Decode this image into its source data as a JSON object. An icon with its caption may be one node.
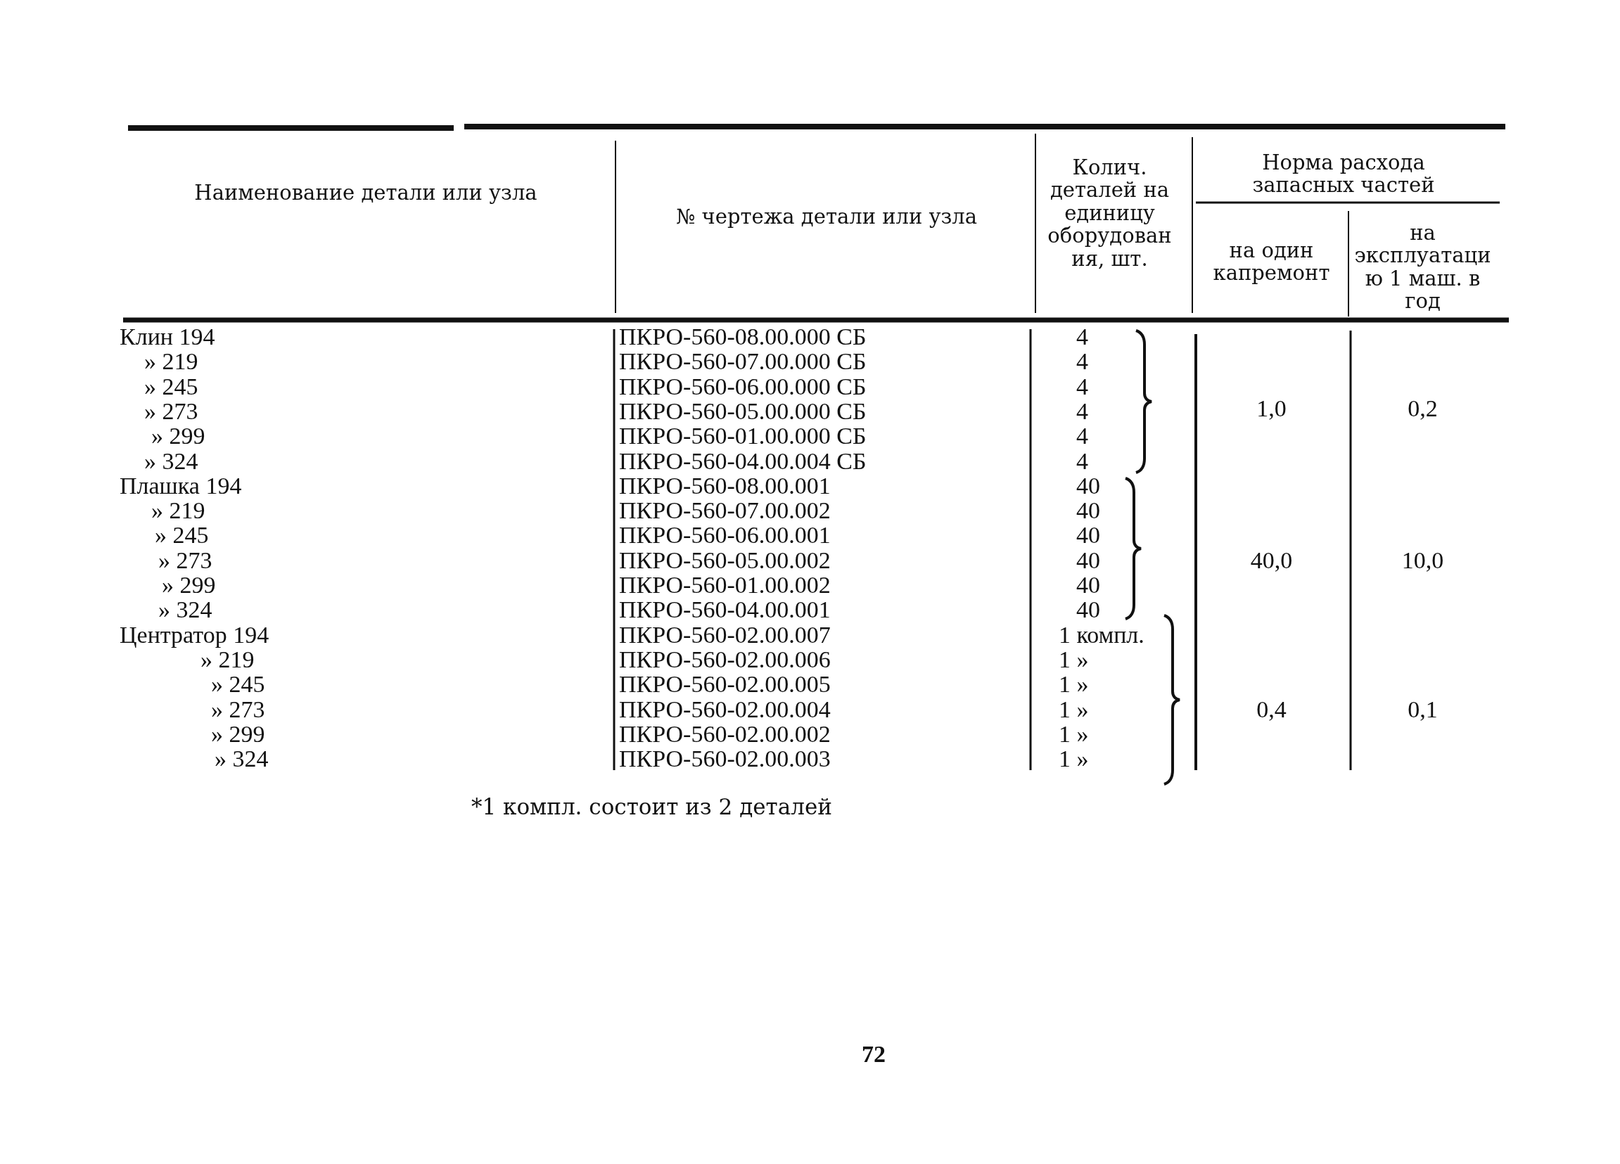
{
  "diagram": {
    "labels": [
      "Наименование детали или узла",
      "№ чертежа детали или узла",
      "Колич. деталей на единицу оборудования, шт.",
      "Норма расхода запасных частей",
      "на один капремонт",
      "на эксплуатацию 1 маш. в год",
      "Клин 194",
      "ПКРО-560-08.00.000 СБ",
      "4",
      "» 219",
      "ПКРО-560-07.00.000 СБ",
      "4",
      "» 245",
      "ПКРО-560-06.00.000 СБ",
      "4",
      "» 273",
      "ПКРО-560-05.00.000 СБ",
      "4",
      "1,0",
      "0,2",
      "» 299",
      "ПКРО-560-01.00.000 СБ",
      "4",
      "» 324",
      "ПКРО-560-04.00.004 СБ",
      "4",
      "Плашка 194",
      "ПКРО-560-08.00.001",
      "40",
      "» 219",
      "ПКРО-560-07.00.002",
      "40",
      "» 245",
      "ПКРО-560-06.00.001",
      "40",
      "» 273",
      "ПКРО-560-05.00.002",
      "40",
      "40,0",
      "10,0",
      "» 299",
      "ПКРО-560-01.00.002",
      "40",
      "» 324",
      "ПКРО-560-04.00.001",
      "40",
      "Центратор 194",
      "ПКРО-560-02.00.007",
      "1 компл.",
      "» 219",
      "ПКРО-560-02.00.006",
      "1 »",
      "» 245",
      "ПКРО-560-02.00.005",
      "1 »",
      "» 273",
      "ПКРО-560-02.00.004",
      "1 »",
      "0,4",
      "0,1",
      "» 299",
      "ПКРО-560-02.00.002",
      "1 »",
      "» 324",
      "ПКРО-560-02.00.003",
      "1 »",
      "*1 компл. состоит из 2 деталей",
      "72"
    ]
  }
}
